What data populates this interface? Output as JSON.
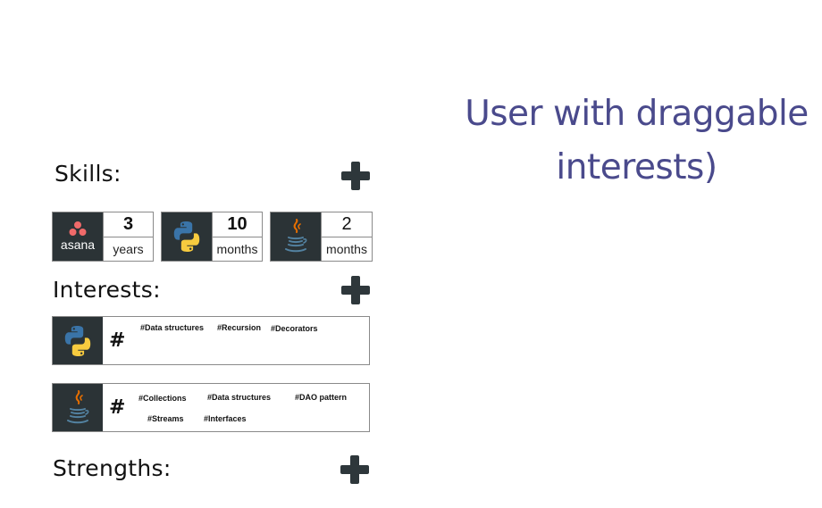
{
  "heading": {
    "line1": "User with draggable",
    "line2": "interests)"
  },
  "sections": {
    "skills_label": "Skills:",
    "interests_label": "Interests:",
    "strengths_label": "Strengths:"
  },
  "skills": [
    {
      "logo": "asana-logo",
      "logo_text": "asana",
      "value": "3",
      "unit": "years"
    },
    {
      "logo": "python-logo",
      "value": "10",
      "unit": "months"
    },
    {
      "logo": "java-logo",
      "value": "2",
      "unit": "months"
    }
  ],
  "interests": [
    {
      "logo": "python-logo",
      "hash": "#",
      "tags": [
        "#Data structures",
        "#Recursion",
        "#Decorators"
      ]
    },
    {
      "logo": "java-logo",
      "hash": "#",
      "tags": [
        "#Collections",
        "#Data structures",
        "#DAO pattern",
        "#Streams",
        "#Interfaces"
      ]
    }
  ],
  "colors": {
    "heading": "#4a4a8c",
    "logo_bg": "#2b3336",
    "plus": "#2e373b",
    "asana_coral": "#f06a6a",
    "python_blue": "#3a74a8",
    "python_yellow": "#f7cb3f",
    "java_orange": "#e76f00",
    "java_blue": "#5382a1"
  },
  "icons": {
    "add": "plus-icon",
    "hash": "hashtag-icon"
  }
}
